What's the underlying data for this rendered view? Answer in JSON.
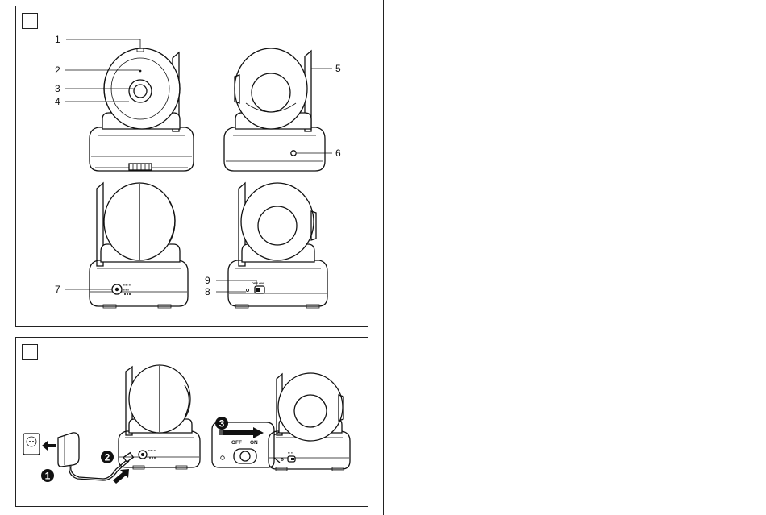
{
  "panels": [
    {
      "id": "A",
      "label": ""
    },
    {
      "id": "B",
      "label": ""
    }
  ],
  "callouts": {
    "c1": "1",
    "c2": "2",
    "c3": "3",
    "c4": "4",
    "c5": "5",
    "c6": "6",
    "c7": "7",
    "c8": "8",
    "c9": "9"
  },
  "switch": {
    "off": "OFF",
    "on": "ON"
  },
  "steps": {
    "s1": "1",
    "s2": "2",
    "s3": "3"
  },
  "colors": {
    "line": "#111111",
    "background": "#ffffff",
    "step_badge": "#111111"
  }
}
